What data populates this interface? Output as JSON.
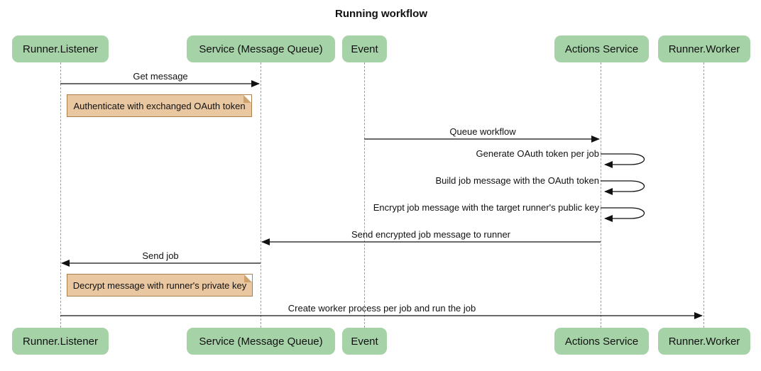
{
  "title": "Running workflow",
  "colors": {
    "actor_fill": "#a6d2a8",
    "note_fill": "#e9c7a1",
    "note_border": "#aa7f4b",
    "lifeline": "#9e9e9e",
    "message_line": "#111111"
  },
  "actors": [
    {
      "label": "Runner.Listener"
    },
    {
      "label": "Service (Message Queue)"
    },
    {
      "label": "Event"
    },
    {
      "label": "Actions Service"
    },
    {
      "label": "Runner.Worker"
    }
  ],
  "messages": [
    {
      "type": "arrow",
      "from": "Runner.Listener",
      "to": "Service (Message Queue)",
      "label": "Get message"
    },
    {
      "type": "note",
      "over": "Runner.Listener / Service (Message Queue)",
      "label": "Authenticate with exchanged OAuth token"
    },
    {
      "type": "arrow",
      "from": "Event",
      "to": "Actions Service",
      "label": "Queue workflow"
    },
    {
      "type": "self",
      "from": "Actions Service",
      "to": "Actions Service",
      "label": "Generate OAuth token per job"
    },
    {
      "type": "self",
      "from": "Actions Service",
      "to": "Actions Service",
      "label": "Build job message with the OAuth token"
    },
    {
      "type": "self",
      "from": "Actions Service",
      "to": "Actions Service",
      "label": "Encrypt job message with the target runner's public key"
    },
    {
      "type": "arrow",
      "from": "Actions Service",
      "to": "Service (Message Queue)",
      "label": "Send encrypted job message to runner"
    },
    {
      "type": "arrow",
      "from": "Service (Message Queue)",
      "to": "Runner.Listener",
      "label": "Send job"
    },
    {
      "type": "note",
      "over": "Runner.Listener / Service (Message Queue)",
      "label": "Decrypt message with runner's private key"
    },
    {
      "type": "arrow",
      "from": "Runner.Listener",
      "to": "Runner.Worker",
      "label": "Create worker process per job and run the job"
    }
  ]
}
